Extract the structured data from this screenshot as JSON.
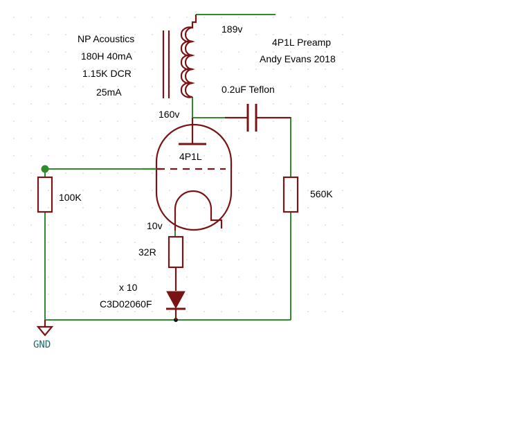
{
  "colors": {
    "wire": "#2e8b2e",
    "component": "#7a1414",
    "ground_label": "#1a6b6b",
    "text": "#000000",
    "grid_dots": "#c8c8c8"
  },
  "title": {
    "line1": "4P1L Preamp",
    "line2": "Andy Evans 2018"
  },
  "choke": {
    "line1": "NP Acoustics",
    "line2": "180H 40mA",
    "line3": "1.15K DCR",
    "line4": "25mA"
  },
  "voltages": {
    "supply": "189v",
    "plate": "160v",
    "cathode": "10v"
  },
  "tube": {
    "label": "4P1L"
  },
  "capacitor": {
    "label": "0.2uF Teflon"
  },
  "resistors": {
    "grid": "100K",
    "output": "560K",
    "cathode": "32R"
  },
  "diode": {
    "count": "x 10",
    "part": "C3D02060F"
  },
  "ground": {
    "label": "GND"
  }
}
